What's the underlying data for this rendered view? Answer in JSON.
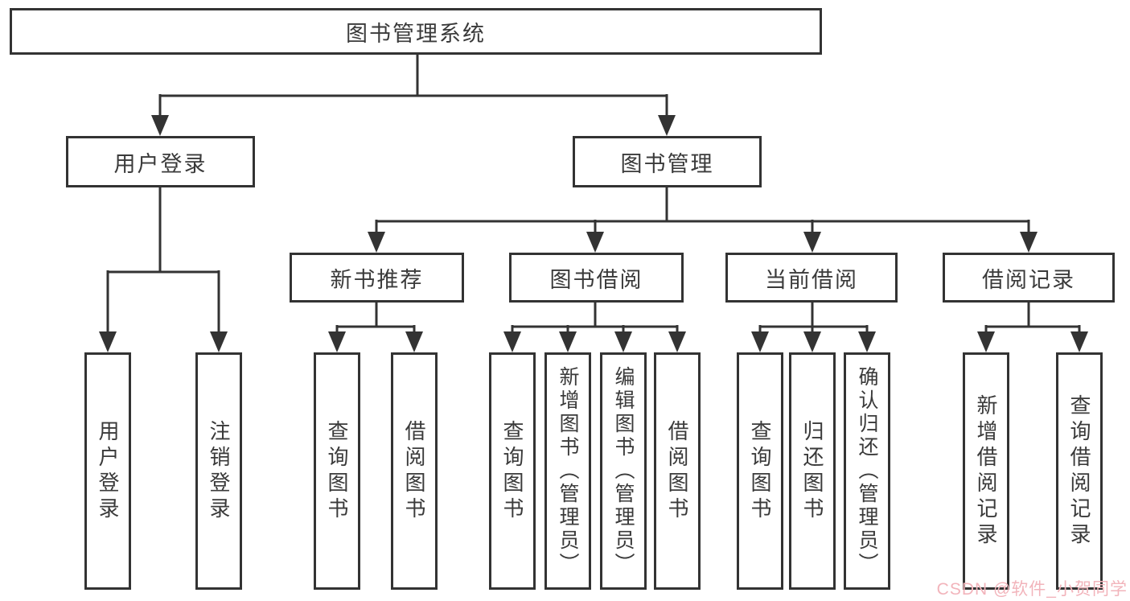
{
  "diagram": {
    "title": "图书管理系统",
    "nodes": {
      "root": "图书管理系统",
      "user_login": "用户登录",
      "book_mgmt": "图书管理",
      "new_books": "新书推荐",
      "book_borrow": "图书借阅",
      "current_borrow": "当前借阅",
      "borrow_records": "借阅记录",
      "leaf_user_login": "用户登录",
      "leaf_logout": "注销登录",
      "leaf_query_books_nb": "查询图书",
      "leaf_borrow_books_nb": "借阅图书",
      "leaf_query_books_bb": "查询图书",
      "leaf_add_books": "新增图书（管理员）",
      "leaf_edit_books": "编辑图书（管理员）",
      "leaf_borrow_books_bb": "借阅图书",
      "leaf_query_books_cb": "查询图书",
      "leaf_return_books": "归还图书",
      "leaf_confirm_return": "确认归还（管理员）",
      "leaf_add_record": "新增借阅记录",
      "leaf_query_record": "查询借阅记录"
    }
  },
  "watermark": {
    "text": "CSDN @软件_小贺同学",
    "color": "#f2b4bb"
  },
  "colors": {
    "line": "#333333",
    "text": "#3a3a3a",
    "background": "#ffffff"
  }
}
